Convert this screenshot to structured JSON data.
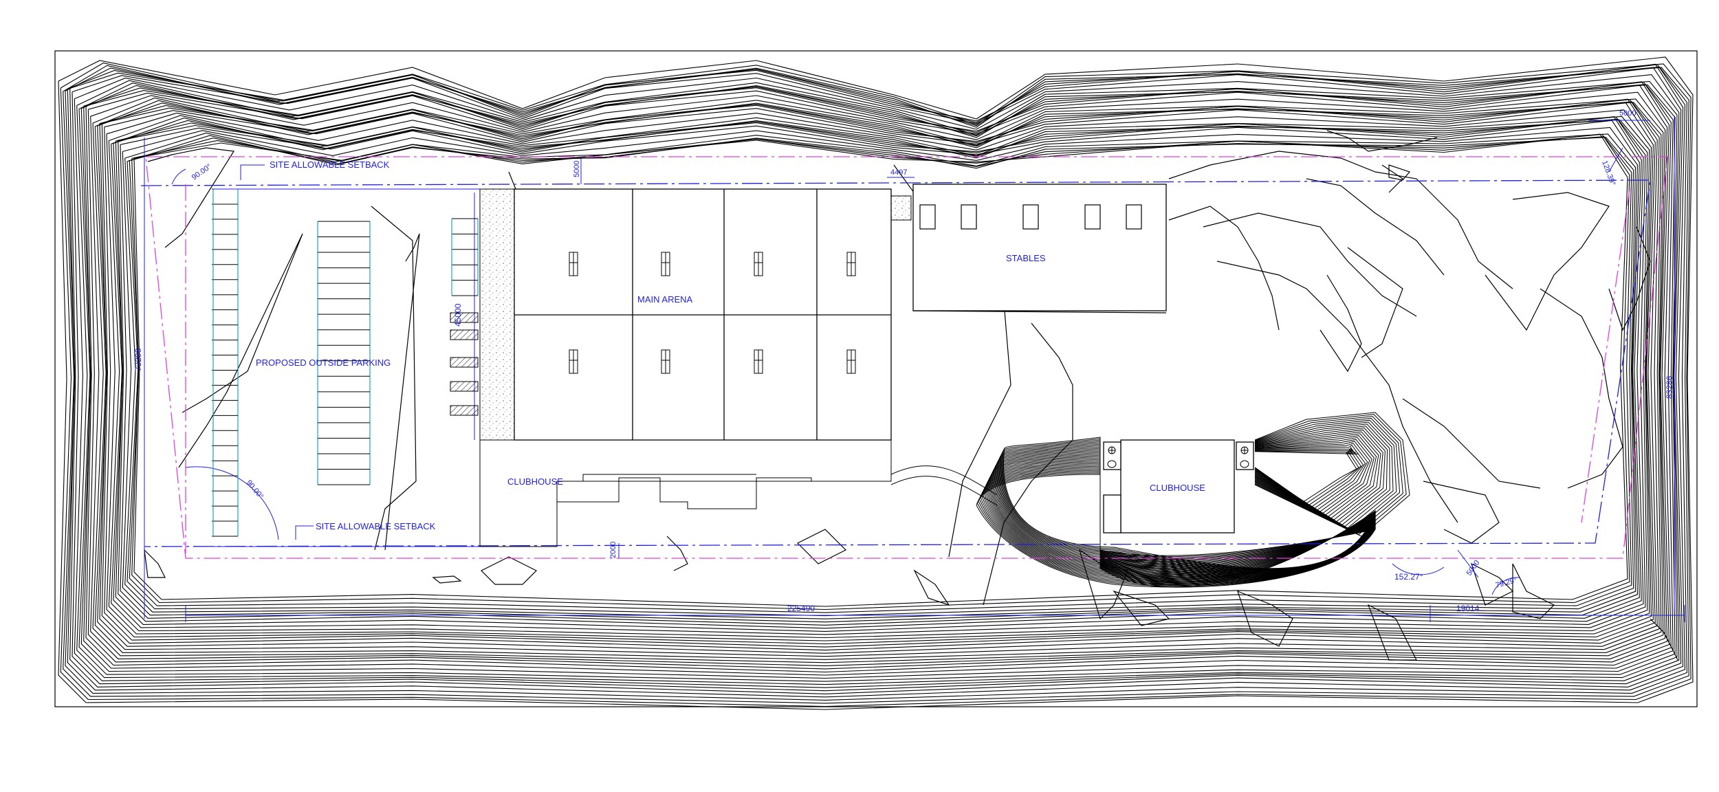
{
  "labels": {
    "setback_top": "SITE ALLOWABLE SETBACK",
    "setback_bottom": "SITE ALLOWABLE SETBACK",
    "parking": "PROPOSED OUTSIDE PARKING",
    "main_arena": "MAIN ARENA",
    "stables": "STABLES",
    "clubhouse_left": "CLUBHOUSE",
    "clubhouse_right": "CLUBHOUSE"
  },
  "dimensions": {
    "total_length": "225490",
    "right_offset": "19014",
    "left_height": "73298",
    "right_height": "83286",
    "arena_setback": "5000",
    "stable_gap": "4497",
    "arena_depth": "45000",
    "bottom_gap": "2000",
    "corner_right_top": "5000",
    "corner_right_bottom": "5000",
    "angle_top_left": "90.00°",
    "angle_bottom_left": "90.00°",
    "angle_bottom_mid": "152.27°",
    "angle_bottom_right": "79.29°",
    "angle_top_right": "128.39°"
  },
  "colors": {
    "annotation": "#1f1fe0",
    "setback_line": "#e040e0",
    "contour": "#000000"
  }
}
